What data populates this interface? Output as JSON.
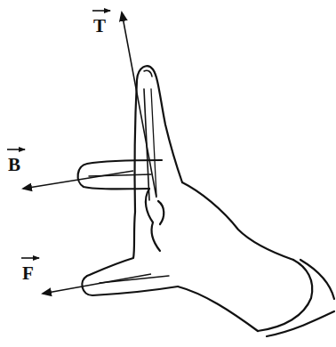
{
  "diagram": {
    "labels": [
      "T",
      "B",
      "F"
    ]
  }
}
